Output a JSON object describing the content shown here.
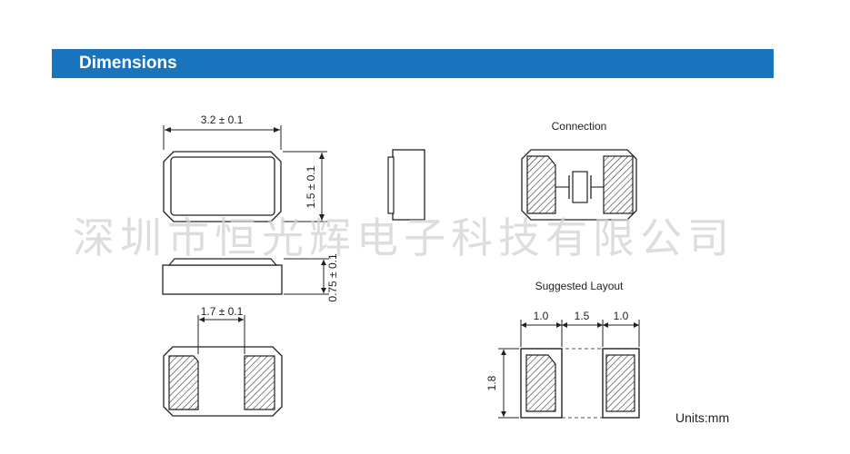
{
  "header": {
    "title": "Dimensions",
    "bar_color": "#1a73bd"
  },
  "drawing": {
    "top_view_width_label": "3.2 ± 0.1",
    "top_view_height_label": "1.5 ± 0.1",
    "side_view_height_label": "0.75 ± 0.1",
    "bottom_view_gap_label": "1.7 ± 0.1",
    "connection_title": "Connection",
    "layout_title": "Suggested Layout",
    "layout_pad_width_label": "1.0",
    "layout_gap_label": "1.5",
    "layout_pad_width_label_right": "1.0",
    "layout_height_label": "1.8",
    "units_label": "Units:mm"
  },
  "watermark": {
    "text": "深圳市恒光辉电子科技有限公司"
  }
}
